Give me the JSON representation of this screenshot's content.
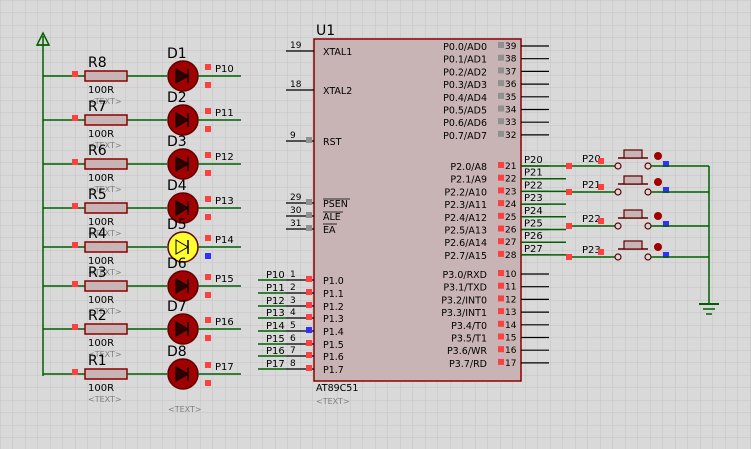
{
  "colors": {
    "background": "#d9d9d9",
    "grid": "#c4c4c4",
    "wire": "#006000",
    "body_outline": "#8b0000",
    "chip_fill": "#c8b4b4",
    "led_off": "#a00000",
    "led_on": "#ffff30",
    "pin_red": "#ff4040",
    "pin_blue": "#3030ff"
  },
  "chip": {
    "ref": "U1",
    "part": "AT89C51",
    "text_tag": "<TEXT>",
    "left_pins": [
      {
        "num": "19",
        "name": "XTAL1"
      },
      {
        "num": "18",
        "name": "XTAL2"
      },
      {
        "num": "9",
        "name": "RST"
      },
      {
        "num": "29",
        "name": "PSEN"
      },
      {
        "num": "30",
        "name": "ALE"
      },
      {
        "num": "31",
        "name": "EA"
      },
      {
        "num": "1",
        "name": "P1.0"
      },
      {
        "num": "2",
        "name": "P1.1"
      },
      {
        "num": "3",
        "name": "P1.2"
      },
      {
        "num": "4",
        "name": "P1.3"
      },
      {
        "num": "5",
        "name": "P1.4"
      },
      {
        "num": "6",
        "name": "P1.5"
      },
      {
        "num": "7",
        "name": "P1.6"
      },
      {
        "num": "8",
        "name": "P1.7"
      }
    ],
    "right_pins": [
      {
        "num": "39",
        "name": "P0.0/AD0"
      },
      {
        "num": "38",
        "name": "P0.1/AD1"
      },
      {
        "num": "37",
        "name": "P0.2/AD2"
      },
      {
        "num": "36",
        "name": "P0.3/AD3"
      },
      {
        "num": "35",
        "name": "P0.4/AD4"
      },
      {
        "num": "34",
        "name": "P0.5/AD5"
      },
      {
        "num": "33",
        "name": "P0.6/AD6"
      },
      {
        "num": "32",
        "name": "P0.7/AD7"
      },
      {
        "num": "21",
        "name": "P2.0/A8"
      },
      {
        "num": "22",
        "name": "P2.1/A9"
      },
      {
        "num": "23",
        "name": "P2.2/A10"
      },
      {
        "num": "24",
        "name": "P2.3/A11"
      },
      {
        "num": "25",
        "name": "P2.4/A12"
      },
      {
        "num": "26",
        "name": "P2.5/A13"
      },
      {
        "num": "27",
        "name": "P2.6/A14"
      },
      {
        "num": "28",
        "name": "P2.7/A15"
      },
      {
        "num": "10",
        "name": "P3.0/RXD"
      },
      {
        "num": "11",
        "name": "P3.1/TXD"
      },
      {
        "num": "12",
        "name": "P3.2/INT0"
      },
      {
        "num": "13",
        "name": "P3.3/INT1"
      },
      {
        "num": "14",
        "name": "P3.4/T0"
      },
      {
        "num": "15",
        "name": "P3.5/T1"
      },
      {
        "num": "16",
        "name": "P3.6/WR"
      },
      {
        "num": "17",
        "name": "P3.7/RD"
      }
    ],
    "p1_net_labels": [
      "P10",
      "P11",
      "P12",
      "P13",
      "P14",
      "P15",
      "P16",
      "P17"
    ],
    "p2_net_labels": [
      "P20",
      "P21",
      "P22",
      "P23",
      "P24",
      "P25",
      "P26",
      "P27"
    ]
  },
  "led_rows": [
    {
      "resistor": "R8",
      "value": "100R",
      "led": "D1",
      "net": "P10",
      "lit": false
    },
    {
      "resistor": "R7",
      "value": "100R",
      "led": "D2",
      "net": "P11",
      "lit": false
    },
    {
      "resistor": "R6",
      "value": "100R",
      "led": "D3",
      "net": "P12",
      "lit": false
    },
    {
      "resistor": "R5",
      "value": "100R",
      "led": "D4",
      "net": "P13",
      "lit": false
    },
    {
      "resistor": "R4",
      "value": "100R",
      "led": "D5",
      "net": "P14",
      "lit": true
    },
    {
      "resistor": "R3",
      "value": "100R",
      "led": "D6",
      "net": "P15",
      "lit": false
    },
    {
      "resistor": "R2",
      "value": "100R",
      "led": "D7",
      "net": "P16",
      "lit": false
    },
    {
      "resistor": "R1",
      "value": "100R",
      "led": "D8",
      "net": "P17",
      "lit": false
    }
  ],
  "text_tag": "<TEXT>",
  "buttons": [
    {
      "net": "P20"
    },
    {
      "net": "P21"
    },
    {
      "net": "P22"
    },
    {
      "net": "P23"
    }
  ]
}
